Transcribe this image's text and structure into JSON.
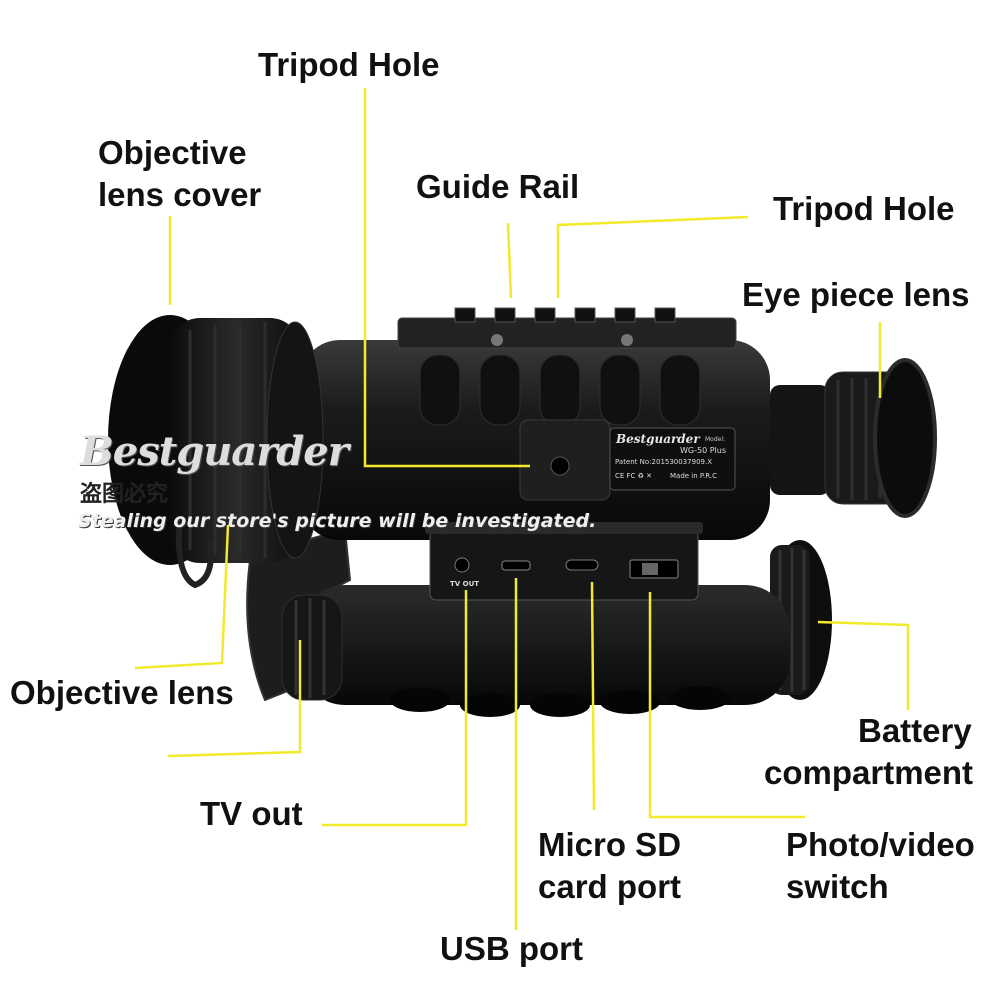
{
  "labels": {
    "tripod_hole_top": "Tripod Hole",
    "objective_cover_1": "Objective",
    "objective_cover_2": "lens cover",
    "guide_rail": "Guide Rail",
    "tripod_hole_right": "Tripod Hole",
    "eye_piece": "Eye piece lens",
    "objective_lens": "Objective lens",
    "battery_1": "Battery",
    "battery_2": "compartment",
    "tv_out": "TV out",
    "micro_sd_1": "Micro SD",
    "micro_sd_2": "card port",
    "photo_video_1": "Photo/video",
    "photo_video_2": "switch",
    "usb_port": "USB port"
  },
  "device_plate": {
    "brand": "Bestguarder",
    "model_label": "Model:",
    "model": "WG-50 Plus",
    "patent": "Patent No:201530037909.X",
    "marks": "CE FC ♻ ✕",
    "origin": "Made in P.R.C",
    "port_tvout": "TV OUT"
  },
  "watermark": {
    "brand": "Bestguarder",
    "chinese": "盗图必究",
    "warning": "Stealing our store's picture will be investigated."
  },
  "colors": {
    "callout_line": "#f2ea2a",
    "device_body": "#151515",
    "background": "#ffffff"
  }
}
